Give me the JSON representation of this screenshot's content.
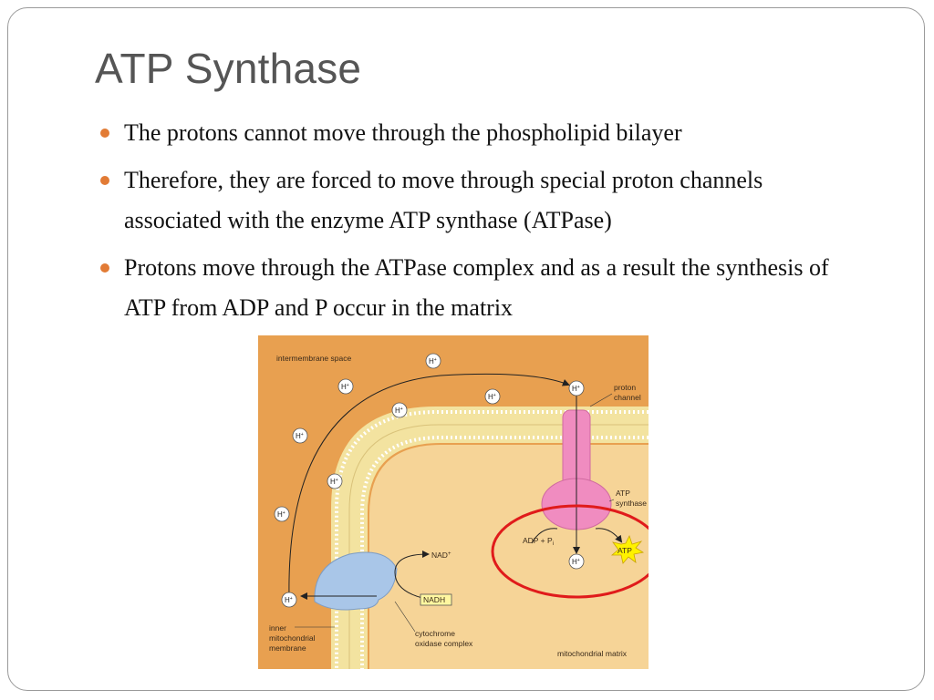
{
  "slide": {
    "title": "ATP Synthase",
    "bullets": [
      "The protons cannot move through the phospholipid bilayer",
      "Therefore, they are forced to move through special proton channels associated with the enzyme ATP synthase (ATPase)",
      "Protons move through the ATPase complex and as a result the synthesis of ATP from ADP and P occur in the matrix"
    ],
    "bullet_color": "#e27b35"
  },
  "diagram": {
    "labels": {
      "intermembrane_space": "intermembrane space",
      "proton": "proton",
      "channel": "channel",
      "atp": "ATP",
      "synthase": "synthase",
      "adp_pi": "ADP + P",
      "pi_sub": "i",
      "atp_star": "ATP",
      "nad": "NAD",
      "nad_sup": "+",
      "nadh": "NADH",
      "inner": "inner",
      "mitochondrial": "mitochondrial",
      "membrane": "membrane",
      "cytochrome": "cytochrome",
      "oxidase_complex": "oxidase complex",
      "mitochondrial_matrix": "mitochondrial matrix",
      "h": "H",
      "h_sup": "+"
    },
    "colors": {
      "intermembrane": "#e8a050",
      "matrix": "#f6d497",
      "membrane_head": "#f3e3a0",
      "atp_synthase": "#f08cc0",
      "complex": "#a9c6e8",
      "highlight_ring": "#e01b1b"
    }
  }
}
